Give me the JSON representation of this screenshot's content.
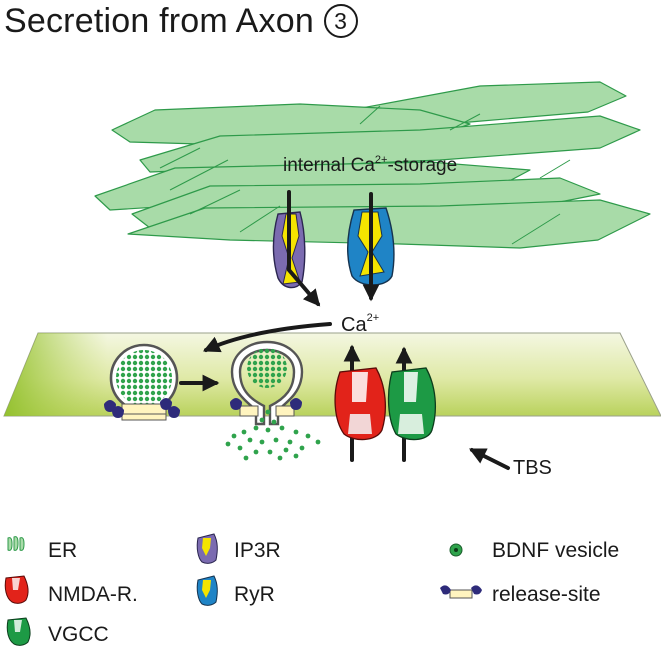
{
  "title": "Secretion from Axon",
  "title_marker": "3",
  "labels": {
    "internal_storage_prefix": "internal Ca",
    "internal_storage_sup": "2+",
    "internal_storage_suffix": "-storage",
    "ca_text": "Ca",
    "ca_sup": "2+",
    "tbs": "TBS"
  },
  "legend": {
    "er": "ER",
    "nmda": "NMDA-R.",
    "vgcc": "VGCC",
    "ip3r": "IP3R",
    "ryr": "RyR",
    "bdnf_vesicle": "BDNF vesicle",
    "release_site": "release-site"
  },
  "colors": {
    "er_fill": "#a8dba8",
    "er_stroke": "#2e9a4a",
    "ip3r": "#7b6bb0",
    "ryr": "#1f84c6",
    "channel_core": "#f5e400",
    "nmda": "#e2231a",
    "vgcc": "#1d9a45",
    "membrane": "#cfe08a",
    "vesicle": "#2fa34c",
    "release_site": "#2e2b7a"
  }
}
